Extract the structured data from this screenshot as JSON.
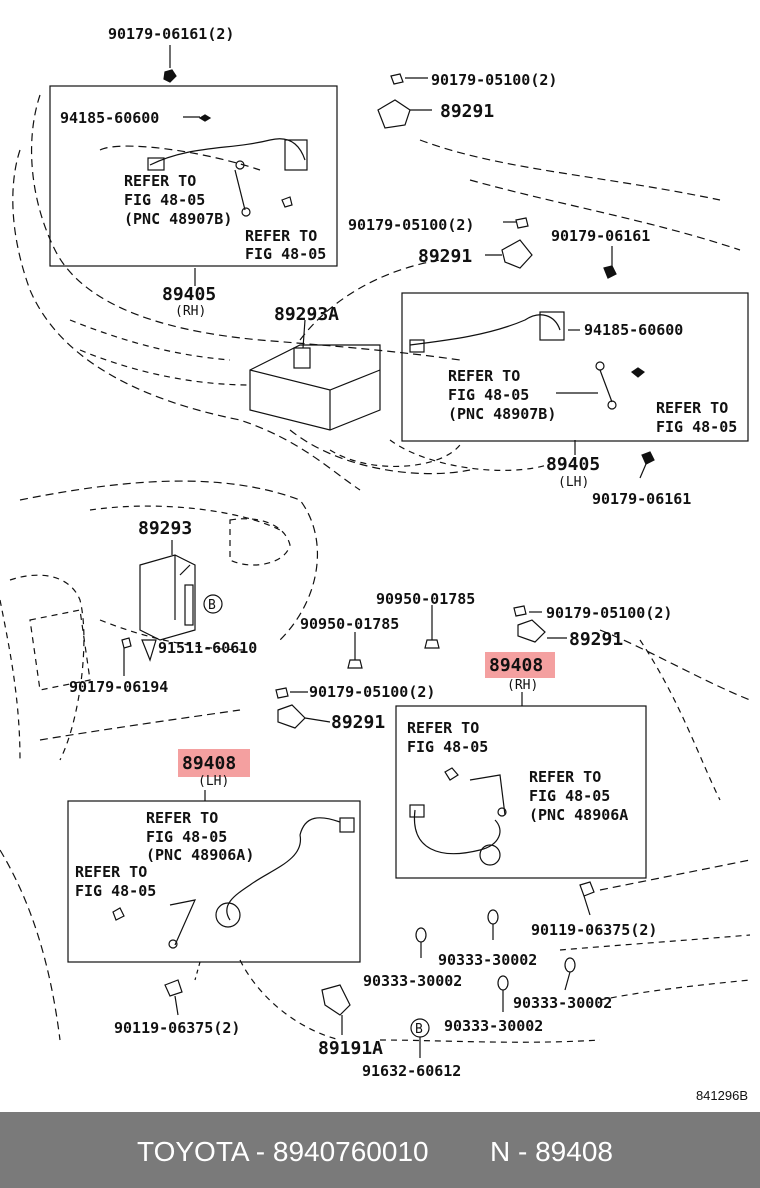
{
  "diagram": {
    "labels": {
      "l1": "90179-06161(2)",
      "l2": "90179-05100(2)",
      "l3": "89291",
      "l4": "94185-60600",
      "l5a": "REFER TO",
      "l5b": "FIG 48-05",
      "l5c": "(PNC 48907B)",
      "l6a": "REFER TO",
      "l6b": "FIG 48-05",
      "l7": "90179-05100(2)",
      "l8": "89291",
      "l9": "90179-06161",
      "l10": "89405",
      "l10s": "(RH)",
      "l11": "89293A",
      "l12": "94185-60600",
      "l13a": "REFER TO",
      "l13b": "FIG 48-05",
      "l13c": "(PNC 48907B)",
      "l14a": "REFER TO",
      "l14b": "FIG 48-05",
      "l15": "89405",
      "l15s": "(LH)",
      "l16": "90179-06161",
      "l17": "89293",
      "l18": "90950-01785",
      "l19": "90179-05100(2)",
      "l20": "90950-01785",
      "l21": "89291",
      "l22": "91511-60610",
      "l23": "89408",
      "l23s": "(RH)",
      "l24": "90179-06194",
      "l25": "90179-05100(2)",
      "l26": "89291",
      "l27a": "REFER TO",
      "l27b": "FIG 48-05",
      "l28a": "REFER TO",
      "l28b": "FIG 48-05",
      "l28c": "(PNC 48906A",
      "l29": "89408",
      "l29s": "(LH)",
      "l30a": "REFER TO",
      "l30b": "FIG 48-05",
      "l30c": "(PNC 48906A)",
      "l31a": "REFER TO",
      "l31b": "FIG 48-05",
      "l32": "90119-06375(2)",
      "l33": "90333-30002",
      "l34": "90333-30002",
      "l35": "90333-30002",
      "l36": "90333-30002",
      "l37": "90119-06375(2)",
      "l38": "89191A",
      "l39": "91632-60612",
      "bolt_b1": "B",
      "bolt_b2": "B"
    },
    "drawing_code": "841296B",
    "highlight_color": "#f4a0a0"
  },
  "footer": {
    "brand_part": "TOYOTA - 8940760010",
    "pnc": "N - 89408",
    "background": "#7a7a7a"
  }
}
